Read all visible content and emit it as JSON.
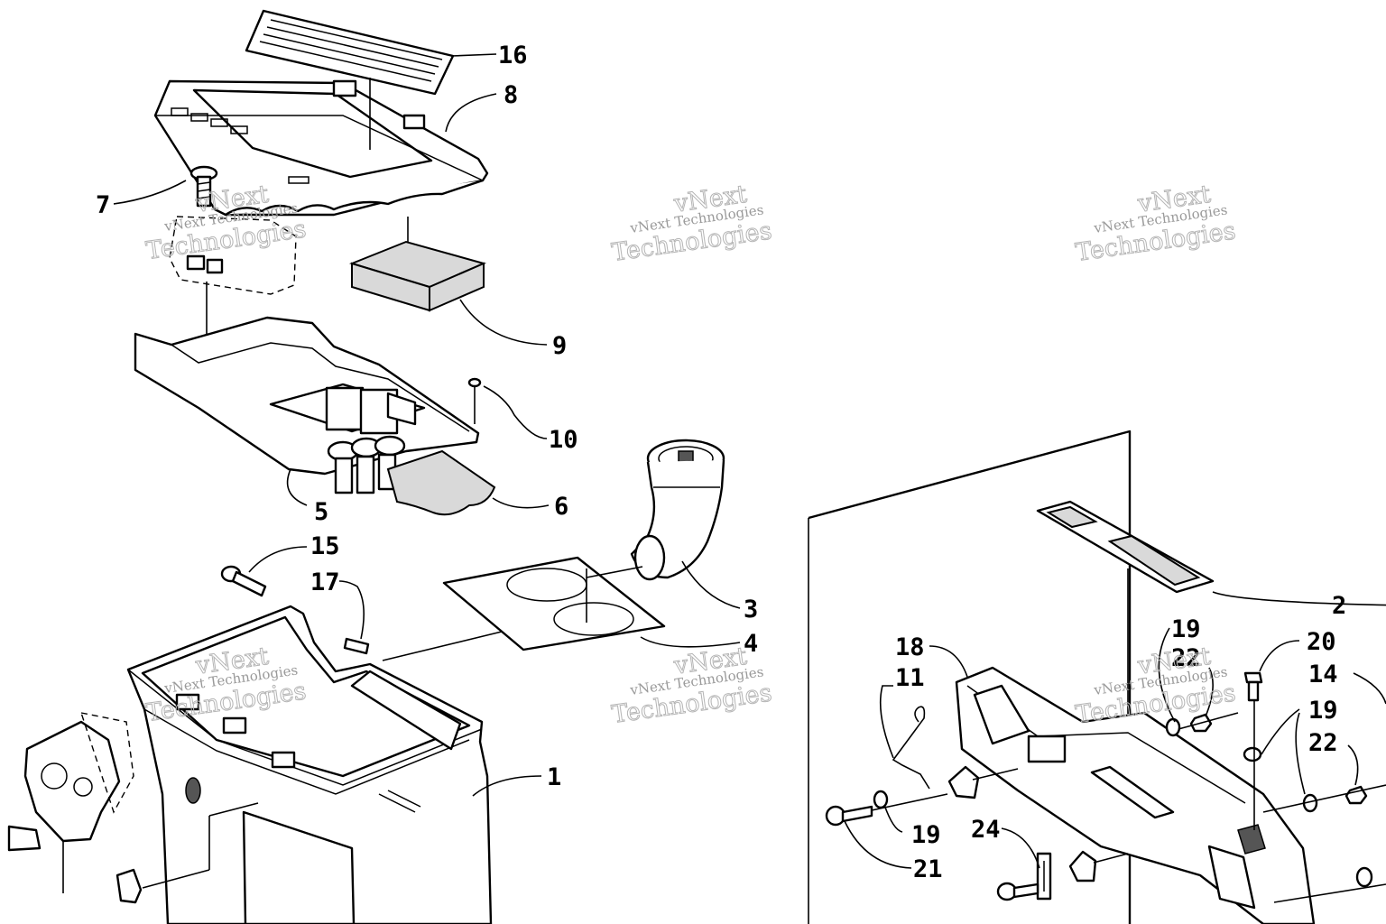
{
  "watermark": {
    "line1": "vNext",
    "line2": "vNext Technologies",
    "line3": "Technologies"
  },
  "callouts": [
    {
      "id": "c16",
      "text": "16"
    },
    {
      "id": "c8",
      "text": "8"
    },
    {
      "id": "c7",
      "text": "7"
    },
    {
      "id": "c9",
      "text": "9"
    },
    {
      "id": "c10",
      "text": "10"
    },
    {
      "id": "c6",
      "text": "6"
    },
    {
      "id": "c5",
      "text": "5"
    },
    {
      "id": "c15",
      "text": "15"
    },
    {
      "id": "c17",
      "text": "17"
    },
    {
      "id": "c3",
      "text": "3"
    },
    {
      "id": "c4",
      "text": "4"
    },
    {
      "id": "c1",
      "text": "1"
    },
    {
      "id": "c2",
      "text": "2"
    },
    {
      "id": "c19a",
      "text": "19"
    },
    {
      "id": "c22a",
      "text": "22"
    },
    {
      "id": "c20",
      "text": "20"
    },
    {
      "id": "c14",
      "text": "14"
    },
    {
      "id": "c19b",
      "text": "19"
    },
    {
      "id": "c22b",
      "text": "22"
    },
    {
      "id": "c18",
      "text": "18"
    },
    {
      "id": "c11",
      "text": "11"
    },
    {
      "id": "c19c",
      "text": "19"
    },
    {
      "id": "c24",
      "text": "24"
    },
    {
      "id": "c21",
      "text": "21"
    }
  ]
}
